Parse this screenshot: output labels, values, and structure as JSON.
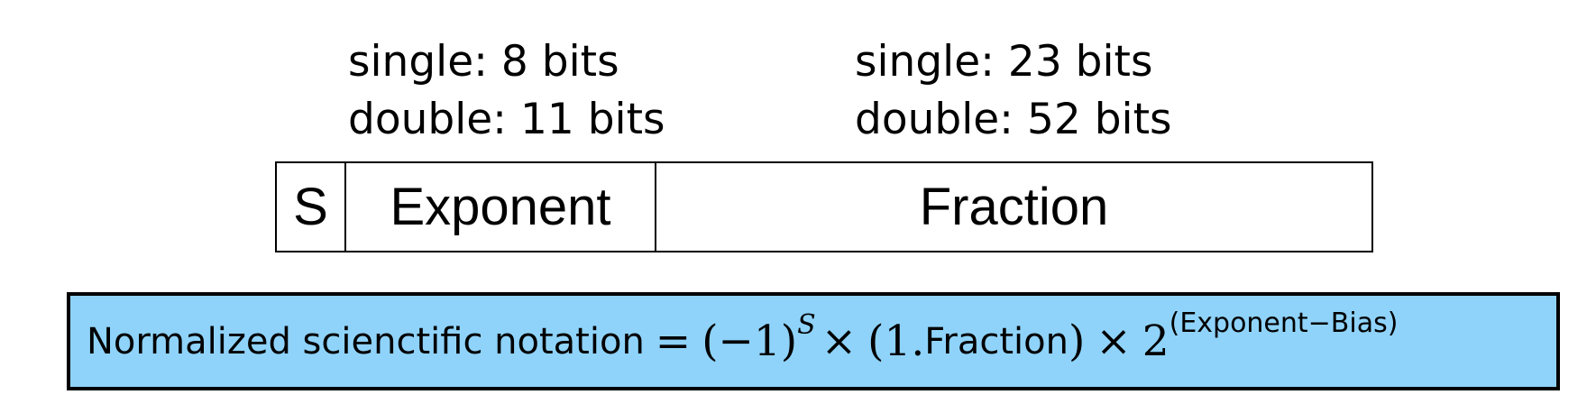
{
  "exponent_bits": {
    "single": "single: 8 bits",
    "double": "double: 11 bits"
  },
  "fraction_bits": {
    "single": "single: 23 bits",
    "double": "double: 52 bits"
  },
  "fields": {
    "sign": "S",
    "exponent": "Exponent",
    "fraction": "Fraction"
  },
  "formula": {
    "text": "Normalized scienctific notation",
    "equals": "=",
    "neg_one": "(−1)",
    "sign_exp": "S",
    "times": "×",
    "open_paren": "(1.",
    "fraction": "Fraction",
    "close_paren": ")",
    "base": "2",
    "exponent": "(Exponent−Bias)"
  },
  "colors": {
    "formula_background": "#8fd3fa",
    "border": "#000000",
    "text": "#000000"
  }
}
